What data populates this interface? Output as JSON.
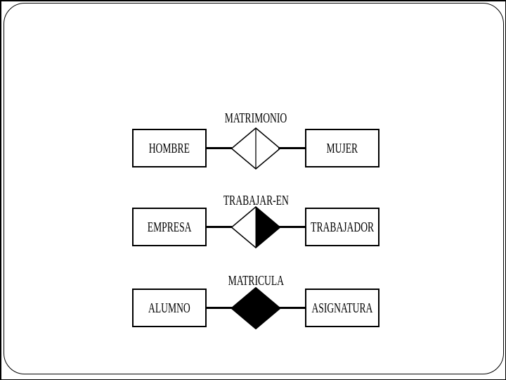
{
  "colors": {
    "ink": "#000000",
    "paper": "#ffffff"
  },
  "diagram": {
    "rows": [
      {
        "left_entity": "HOMBRE",
        "relationship": "MATRIMONIO",
        "right_entity": "MUJER",
        "diamond": "outlined-white-with-vertical-divider"
      },
      {
        "left_entity": "EMPRESA",
        "relationship": "TRABAJAR-EN",
        "right_entity": "TRABAJADOR",
        "diamond": "right-half-filled-black"
      },
      {
        "left_entity": "ALUMNO",
        "relationship": "MATRICULA",
        "right_entity": "ASIGNATURA",
        "diamond": "fully-filled-black"
      }
    ]
  }
}
